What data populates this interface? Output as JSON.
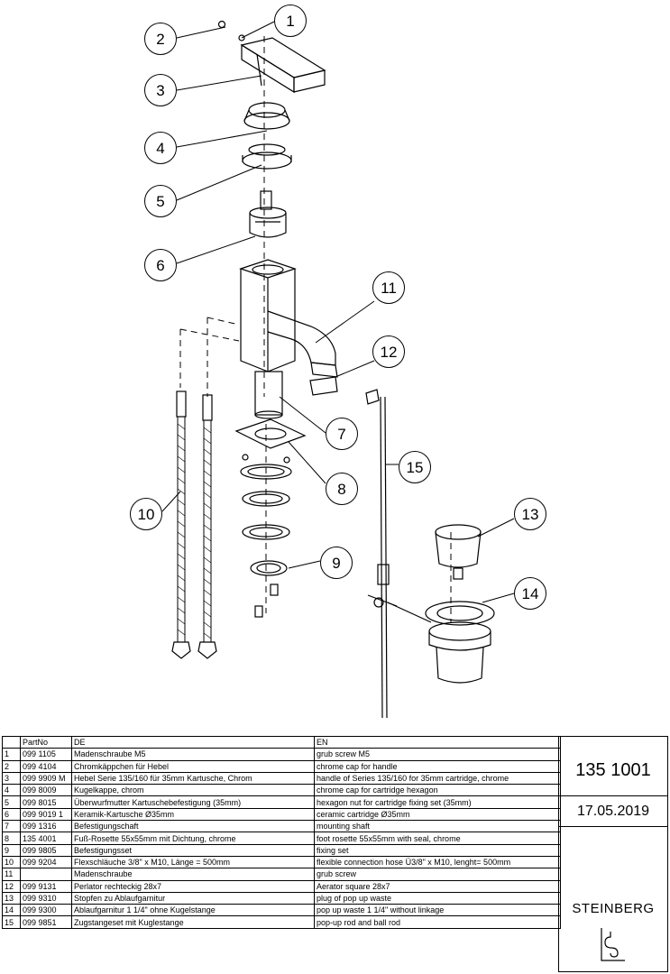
{
  "callouts": [
    {
      "n": "1"
    },
    {
      "n": "2"
    },
    {
      "n": "3"
    },
    {
      "n": "4"
    },
    {
      "n": "5"
    },
    {
      "n": "6"
    },
    {
      "n": "7"
    },
    {
      "n": "8"
    },
    {
      "n": "9"
    },
    {
      "n": "10"
    },
    {
      "n": "11"
    },
    {
      "n": "12"
    },
    {
      "n": "13"
    },
    {
      "n": "14"
    },
    {
      "n": "15"
    }
  ],
  "table": {
    "headers": [
      "",
      "PartNo",
      "DE",
      "EN"
    ],
    "rows": [
      {
        "no": "1",
        "part": "099 1105",
        "de": "Madenschraube M5",
        "en": "grub screw M5"
      },
      {
        "no": "2",
        "part": "099 4104",
        "de": "Chromkäppchen für Hebel",
        "en": "chrome cap for handle"
      },
      {
        "no": "3",
        "part": "099 9909 M",
        "de": "Hebel Serie 135/160 für 35mm Kartusche, Chrom",
        "en": "handle of Series 135/160 for 35mm cartridge, chrome"
      },
      {
        "no": "4",
        "part": "099 8009",
        "de": "Kugelkappe, chrom",
        "en": "chrome cap for cartridge hexagon"
      },
      {
        "no": "5",
        "part": "099 8015",
        "de": "Überwurfmutter Kartuschebefestigung (35mm)",
        "en": "hexagon nut for cartridge fixing set (35mm)"
      },
      {
        "no": "6",
        "part": "099 9019 1",
        "de": "Keramik-Kartusche Ø35mm",
        "en": "ceramic cartridge Ø35mm"
      },
      {
        "no": "7",
        "part": "099 1316",
        "de": "Befestigungschaft",
        "en": "mounting shaft"
      },
      {
        "no": "8",
        "part": "135 4001",
        "de": "Fuß-Rosette 55x55mm mit Dichtung, chrome",
        "en": "foot rosette 55x55mm with seal, chrome"
      },
      {
        "no": "9",
        "part": "099 9805",
        "de": "Befestigungsset",
        "en": "fixing set"
      },
      {
        "no": "10",
        "part": "099 9204",
        "de": "Flexschläuche 3/8\" x M10, Länge = 500mm",
        "en": "flexible connection hose Ü3/8\" x M10, lenght= 500mm"
      },
      {
        "no": "11",
        "part": "",
        "de": "Madenschraube",
        "en": "grub screw"
      },
      {
        "no": "12",
        "part": "099 9131",
        "de": "Perlator rechteckig 28x7",
        "en": "Aerator square 28x7"
      },
      {
        "no": "13",
        "part": "099 9310",
        "de": "Stopfen zu Ablaufgarnitur",
        "en": "plug of pop up waste"
      },
      {
        "no": "14",
        "part": "099 9300",
        "de": "Ablaufgarnitur 1 1/4\" ohne Kugelstange",
        "en": "pop up waste 1 1/4\" without linkage"
      },
      {
        "no": "15",
        "part": "099 9851",
        "de": "Zugstangeset mit Kuglestange",
        "en": "pop-up rod and ball rod"
      }
    ]
  },
  "title_block": {
    "number": "135 1001",
    "date": "17.05.2019",
    "brand": "STEINBERG"
  }
}
